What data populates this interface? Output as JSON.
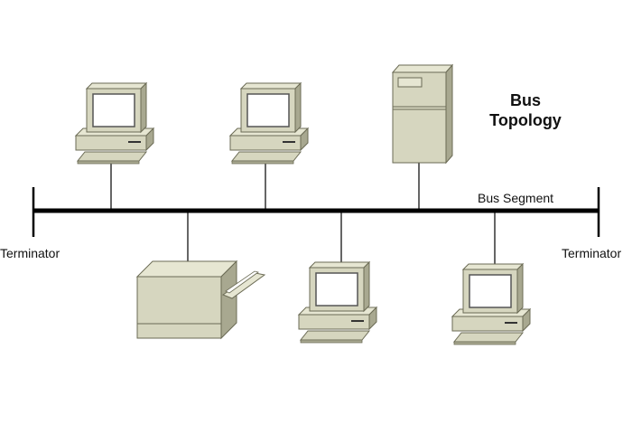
{
  "diagram": {
    "title_line1": "Bus",
    "title_line2": "Topology",
    "segment_label": "Bus Segment",
    "terminator_left": "Terminator",
    "terminator_right": "Terminator",
    "colors": {
      "device_face": "#d6d6bf",
      "device_side": "#a8a890",
      "device_top": "#e6e6d2",
      "screen": "#ffffff",
      "outline": "#6b6b55",
      "bus": "#000000"
    }
  }
}
